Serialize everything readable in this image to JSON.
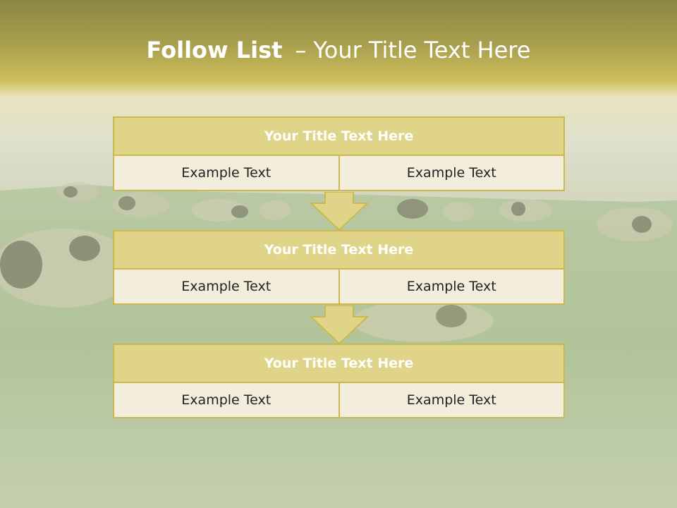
{
  "slide": {
    "title_bold": "Follow List",
    "title_sep": "–",
    "title_rest": "Your Title Text Here"
  },
  "blocks": [
    {
      "title": "Your Title Text Here",
      "cells": [
        "Example Text",
        "Example Text"
      ]
    },
    {
      "title": "Your Title Text Here",
      "cells": [
        "Example Text",
        "Example Text"
      ]
    },
    {
      "title": "Your Title Text Here",
      "cells": [
        "Example Text",
        "Example Text"
      ]
    }
  ],
  "colors": {
    "header_fill": "#e0d488",
    "border": "#c9b94f",
    "cell_fill": "#f3eedb",
    "banner": "#c7b75a"
  },
  "background": {
    "icon": "cow-pasture-photo"
  }
}
